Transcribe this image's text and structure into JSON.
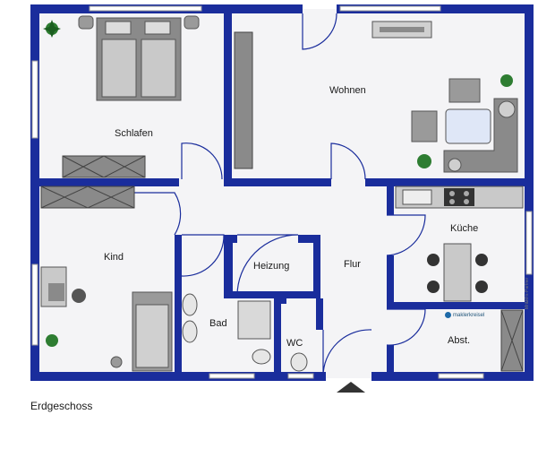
{
  "rooms": {
    "schlafen": "Schlafen",
    "wohnen": "Wohnen",
    "kind": "Kind",
    "kueche": "Küche",
    "heizung": "Heizung",
    "flur": "Flur",
    "bad": "Bad",
    "wc": "WC",
    "abst": "Abst."
  },
  "caption": "Erdgeschoss",
  "logo_text": "maklerkreisel",
  "watermark": "Mr&Mrs·Partner",
  "colors": {
    "wall": "#1a2d9c",
    "floor": "#f4f4f6",
    "furniture": "#7a7a7a",
    "plant": "#2e7d32"
  }
}
